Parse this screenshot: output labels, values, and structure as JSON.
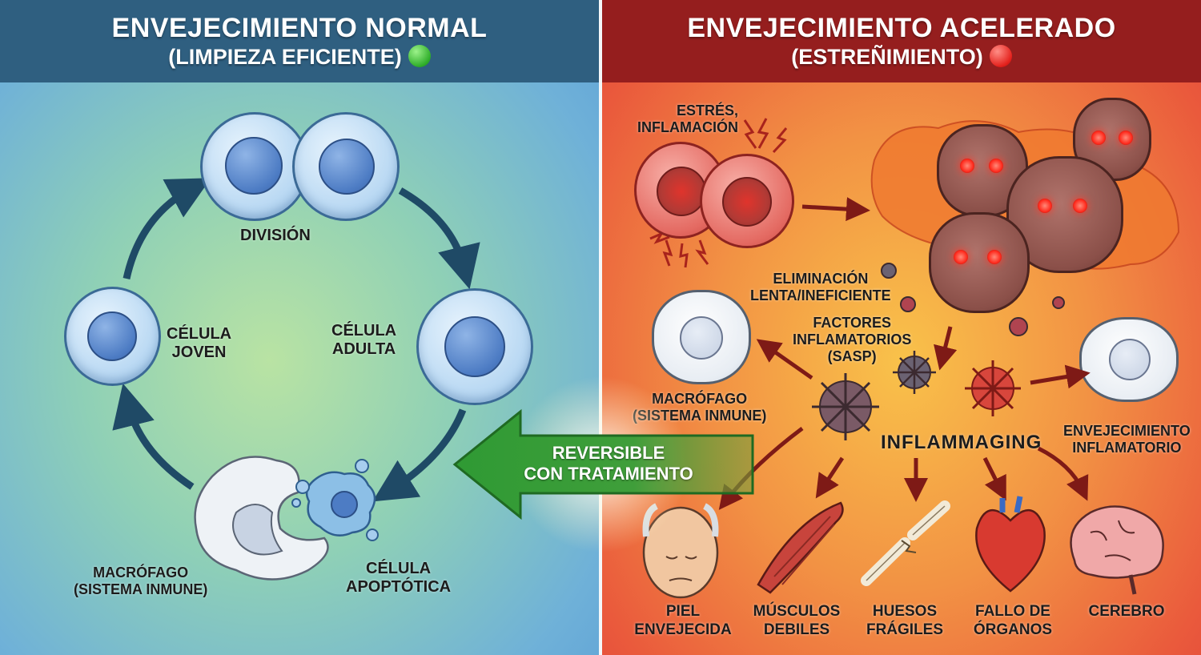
{
  "left_panel": {
    "title": "ENVEJECIMIENTO NORMAL",
    "subtitle": "(LIMPIEZA EFICIENTE)",
    "status_indicator": "green-dot",
    "cycle_labels": {
      "division": "DIVISIÓN",
      "young_cell": [
        "CÉLULA",
        "JOVEN"
      ],
      "adult_cell": [
        "CÉLULA",
        "ADULTA"
      ],
      "macrophage": [
        "MACRÓFAGO",
        "(SISTEMA INMUNE)"
      ],
      "apoptotic_cell": [
        "CÉLULA",
        "APOPTÓTICA"
      ]
    }
  },
  "right_panel": {
    "title": "ENVEJECIMIENTO ACELERADO",
    "subtitle": "(ESTREÑIMIENTO)",
    "status_indicator": "red-dot",
    "labels": {
      "stress": [
        "ESTRÉS,",
        "INFLAMACIÓN"
      ],
      "elimination": [
        "ELIMINACIÓN",
        "LENTA/INEFICIENTE"
      ],
      "factors": [
        "FACTORES",
        "INFLAMATORIOS",
        "(SASP)"
      ],
      "macrophage": [
        "MACRÓFAGO",
        "(SISTEMA INMUNE)"
      ],
      "inflammaging": "INFLAMMAGING",
      "inflammatory_aging": [
        "ENVEJECIMIENTO",
        "INFLAMATORIO"
      ]
    },
    "consequences": [
      {
        "icon": "aged-face-icon",
        "label": [
          "PIEL",
          "ENVEJECIDA"
        ]
      },
      {
        "icon": "muscle-icon",
        "label": [
          "MÚSCULOS",
          "DEBILES"
        ]
      },
      {
        "icon": "broken-bone-icon",
        "label": [
          "HUESOS",
          "FRÁGILES"
        ]
      },
      {
        "icon": "heart-icon",
        "label": [
          "FALLO DE",
          "ÓRGANOS"
        ]
      },
      {
        "icon": "brain-icon",
        "label": [
          "CEREBRO",
          ""
        ]
      }
    ]
  },
  "center_arrow": {
    "label": [
      "REVERSIBLE",
      "CON TRATAMIENTO"
    ]
  },
  "colors": {
    "left_header": "#2f5f80",
    "right_header": "#951e1e",
    "arrow_green": "#3d9a3a",
    "dark_red_arrow": "#7e1a16",
    "cycle_arrow": "#1f4a66"
  }
}
